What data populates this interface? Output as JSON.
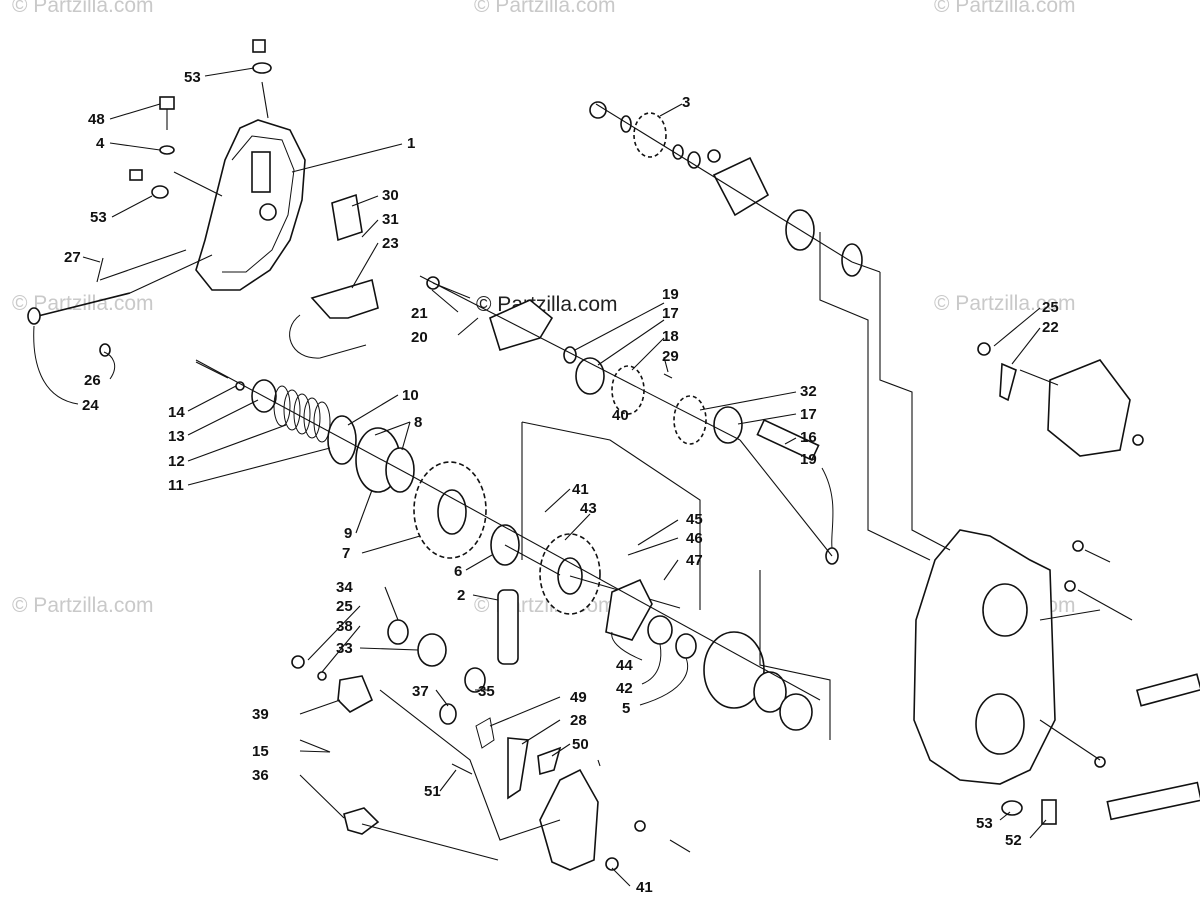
{
  "watermarks": {
    "text": "© Partzilla.com",
    "center": "© Partzilla.com"
  },
  "parts": {
    "p1": "1",
    "p2": "2",
    "p3": "3",
    "p4": "4",
    "p5": "5",
    "p6": "6",
    "p7": "7",
    "p8": "8",
    "p9": "9",
    "p10": "10",
    "p11": "11",
    "p12": "12",
    "p13": "13",
    "p14": "14",
    "p15": "15",
    "p16": "16",
    "p17": "17",
    "p18": "18",
    "p19": "19",
    "p20": "20",
    "p21": "21",
    "p22": "22",
    "p23": "23",
    "p24": "24",
    "p25": "25",
    "p26": "26",
    "p27": "27",
    "p28": "28",
    "p29": "29",
    "p30": "30",
    "p31": "31",
    "p32": "32",
    "p33": "33",
    "p34": "34",
    "p35": "35",
    "p36": "36",
    "p37": "37",
    "p38": "38",
    "p39": "39",
    "p40": "40",
    "p41": "41",
    "p42": "42",
    "p43": "43",
    "p44": "44",
    "p45": "45",
    "p46": "46",
    "p47": "47",
    "p48": "48",
    "p49": "49",
    "p50": "50",
    "p51": "51",
    "p52": "52",
    "p53": "53"
  }
}
